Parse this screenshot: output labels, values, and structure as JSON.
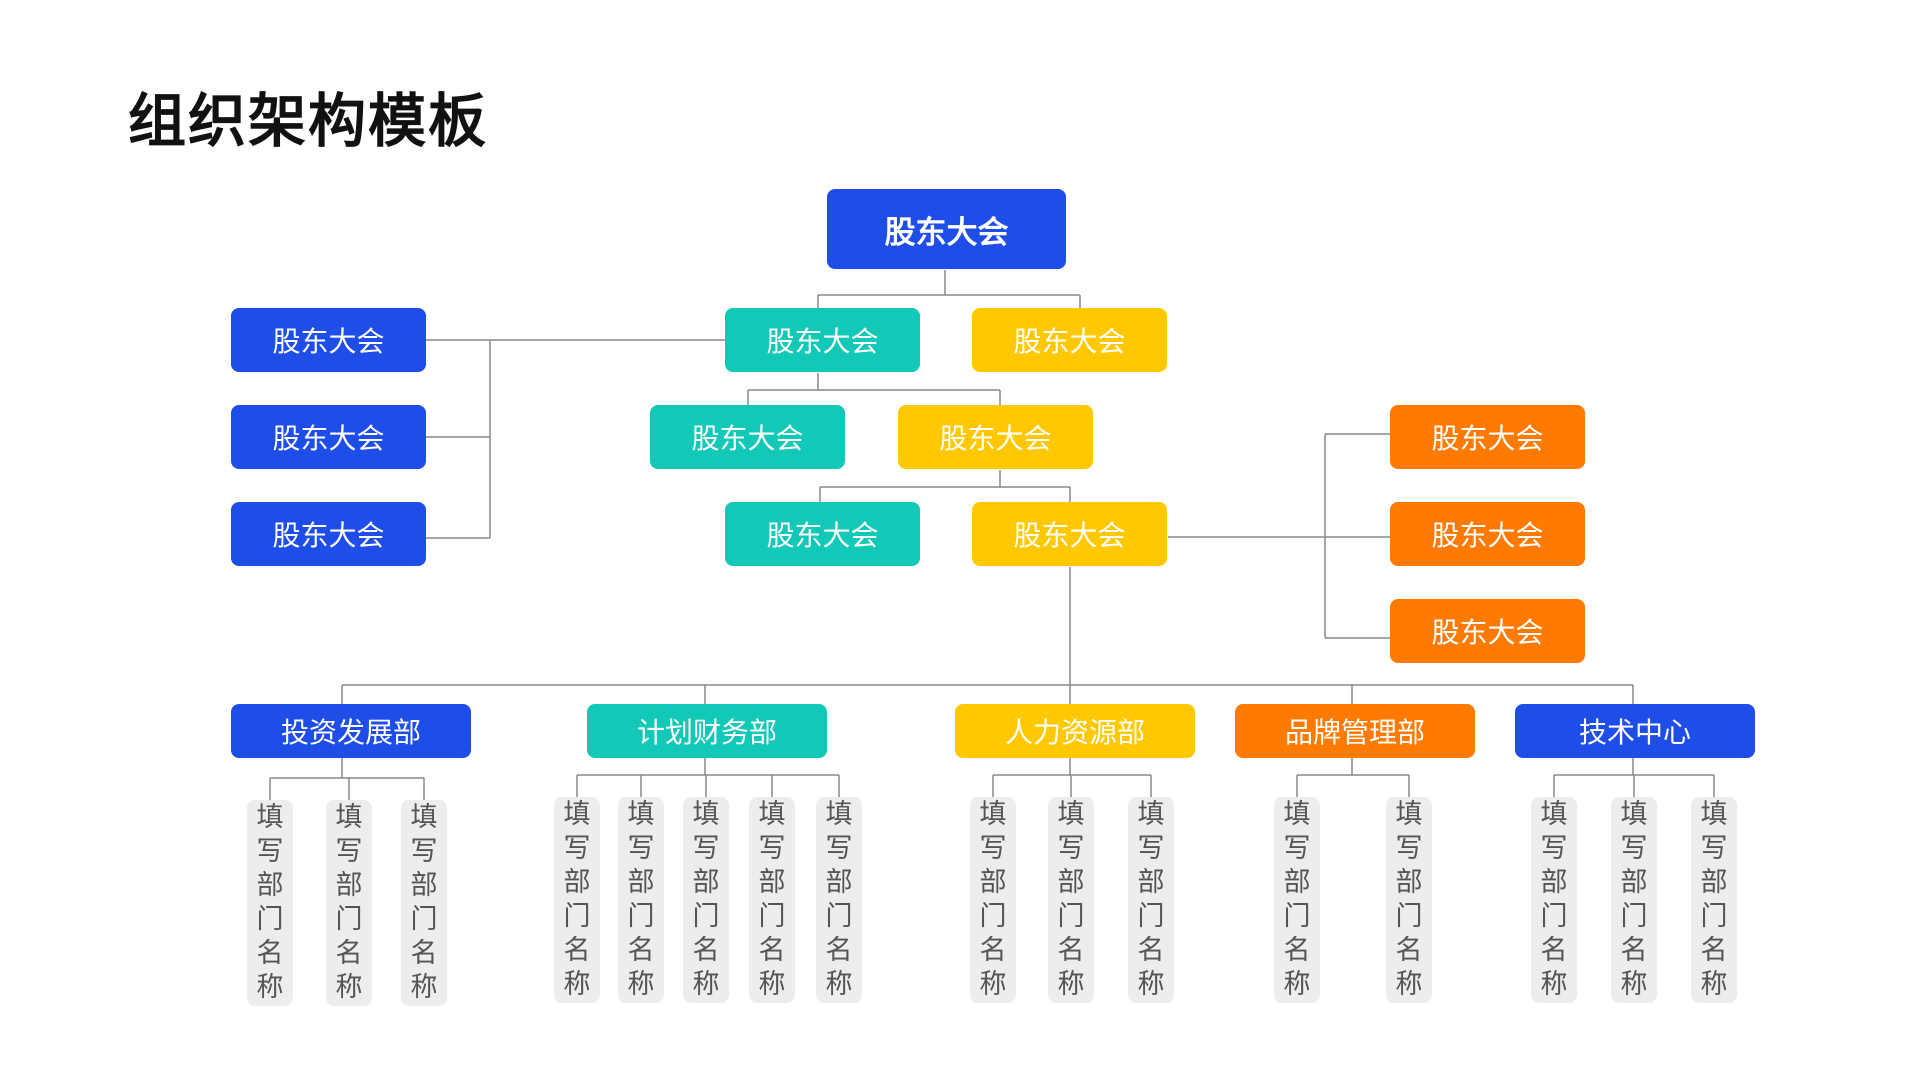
{
  "title": "组织架构模板",
  "colors": {
    "blue": "#1f4de8",
    "teal": "#12c8b6",
    "yellow": "#ffc800",
    "orange": "#ff7a00",
    "leaf_bg": "#ededed",
    "line": "#888888"
  },
  "nodes": {
    "root": "股东大会",
    "left_1": "股东大会",
    "left_2": "股东大会",
    "left_3": "股东大会",
    "l2_teal": "股东大会",
    "l2_yellow": "股东大会",
    "l3_teal": "股东大会",
    "l3_yellow": "股东大会",
    "l4_teal": "股东大会",
    "l4_yellow": "股东大会",
    "right_1": "股东大会",
    "right_2": "股东大会",
    "right_3": "股东大会"
  },
  "departments": [
    {
      "name": "投资发展部",
      "color": "blue",
      "leaves": [
        "填写部门名称",
        "填写部门名称",
        "填写部门名称"
      ]
    },
    {
      "name": "计划财务部",
      "color": "teal",
      "leaves": [
        "填写部门名称",
        "填写部门名称",
        "填写部门名称",
        "填写部门名称",
        "填写部门名称"
      ]
    },
    {
      "name": "人力资源部",
      "color": "yellow",
      "leaves": [
        "填写部门名称",
        "填写部门名称",
        "填写部门名称"
      ]
    },
    {
      "name": "品牌管理部",
      "color": "orange",
      "leaves": [
        "填写部门名称",
        "填写部门名称"
      ]
    },
    {
      "name": "技术中心",
      "color": "blue",
      "leaves": [
        "填写部门名称",
        "填写部门名称",
        "填写部门名称"
      ]
    }
  ]
}
